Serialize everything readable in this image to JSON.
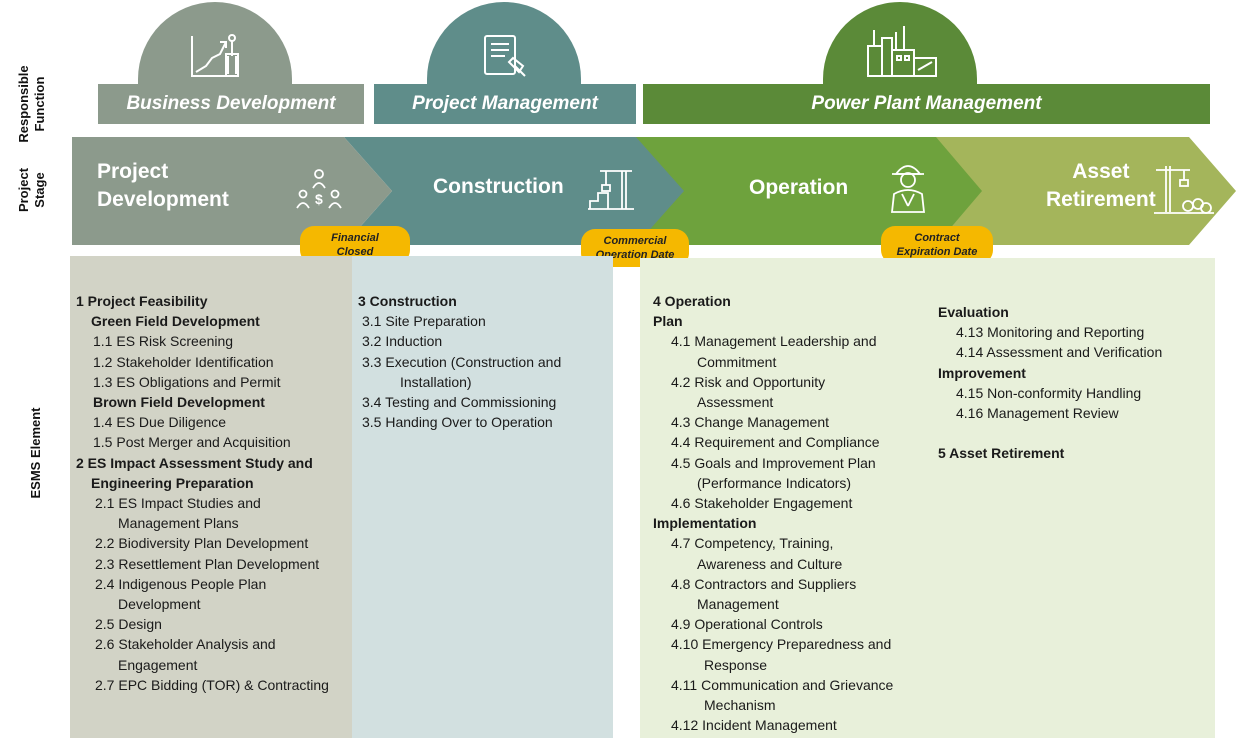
{
  "side_labels": {
    "function": "Responsible Function",
    "stage": "Project Stage",
    "esms": "ESMS Element"
  },
  "functions": [
    {
      "label": "Business Development",
      "color": "#8c9a8c"
    },
    {
      "label": "Project Management",
      "color": "#5f8d8a"
    },
    {
      "label": "Power Plant Management",
      "color": "#5b8a38"
    }
  ],
  "stages": [
    {
      "line1": "Project",
      "line2": "Development",
      "color": "#8c9a8c"
    },
    {
      "line1": "Construction",
      "color": "#5f8d8a"
    },
    {
      "line1": "Operation",
      "color": "#6ea23d"
    },
    {
      "line1": "Asset",
      "line2": "Retirement",
      "color": "#a4b55b"
    }
  ],
  "milestones": [
    {
      "line1": "Financial",
      "line2": "Closed"
    },
    {
      "line1": "Commercial",
      "line2": "Operation Date"
    },
    {
      "line1": "Contract",
      "line2": "Expiration Date"
    }
  ],
  "panel_colors": {
    "business": "#d2d3c6",
    "construction": "#d2e0e0",
    "operation": "#e8f0da"
  },
  "col1": [
    "1 Project Feasibility",
    "Green Field Development",
    "1.1 ES Risk Screening",
    "1.2 Stakeholder Identification",
    "1.3 ES Obligations and Permit",
    "Brown Field Development",
    "1.4 ES Due Diligence",
    "1.5 Post Merger and Acquisition",
    "2 ES Impact Assessment Study and",
    "Engineering Preparation",
    "2.1 ES Impact Studies and",
    "Management Plans",
    "2.2  Biodiversity Plan Development",
    "2.3 Resettlement Plan Development",
    "2.4 Indigenous People Plan",
    "Development",
    "2.5 Design",
    "2.6 Stakeholder Analysis and",
    "Engagement",
    "2.7 EPC Bidding (TOR) & Contracting"
  ],
  "col2": [
    "3  Construction",
    "3.1 Site Preparation",
    "3.2 Induction",
    "3.3 Execution (Construction and",
    "Installation)",
    "3.4 Testing and Commissioning",
    "3.5 Handing Over to Operation"
  ],
  "col3": [
    "4 Operation",
    "Plan",
    "4.1 Management Leadership and",
    "Commitment",
    "4.2 Risk and Opportunity",
    "Assessment",
    "4.3 Change Management",
    "4.4 Requirement and Compliance",
    "4.5 Goals and Improvement Plan",
    "(Performance Indicators)",
    "4.6 Stakeholder Engagement",
    "Implementation",
    "4.7 Competency, Training,",
    "Awareness and Culture",
    "4.8 Contractors and Suppliers",
    "Management",
    "4.9 Operational Controls",
    "4.10 Emergency Preparedness and",
    "Response",
    "4.11 Communication and Grievance",
    "Mechanism",
    "4.12 Incident Management"
  ],
  "col4": [
    "Evaluation",
    "4.13 Monitoring and Reporting",
    "4.14 Assessment and Verification",
    "Improvement",
    "4.15 Non-conformity Handling",
    "4.16 Management Review",
    "",
    "5 Asset Retirement"
  ],
  "icons": [
    "growth-chart-icon",
    "project-document-icon",
    "power-plant-icon",
    "team-money-icon",
    "crane-building-icon",
    "engineer-worker-icon",
    "demolition-crane-icon"
  ]
}
